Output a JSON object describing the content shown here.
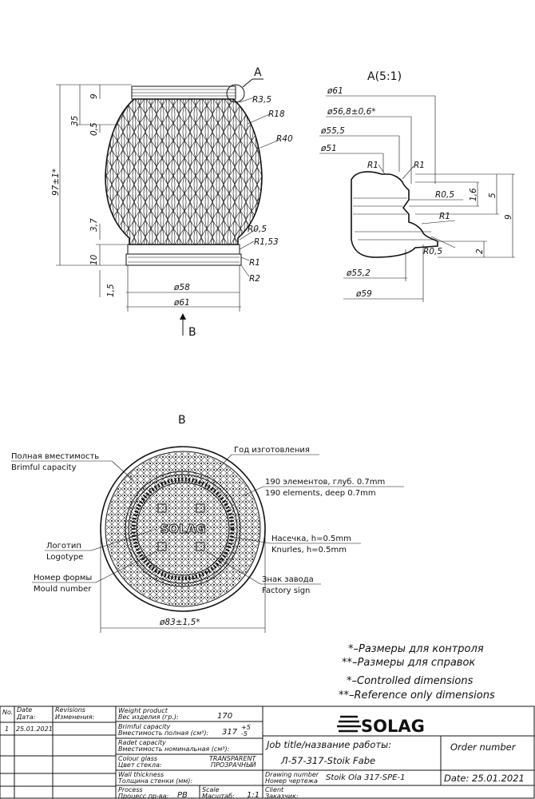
{
  "main_view": {
    "label_A": "A",
    "label_B": "B",
    "dims": {
      "r3_5": "R3,5",
      "r18": "R18",
      "r40": "R40",
      "d9": "9",
      "d35": "35",
      "d0_5": "0,5",
      "d97": "97±1*",
      "d3_7": "3,7",
      "r0_5": "R0,5",
      "r1_53": "R1,53",
      "d10": "10",
      "r1": "R1",
      "r2": "R2",
      "d1_5": "1,5",
      "dia58": "ø58",
      "dia61": "ø61"
    }
  },
  "detail_view": {
    "title": "A(5:1)",
    "dims": {
      "dia61": "ø61",
      "dia56_8": "ø56,8±0,6*",
      "dia55_5": "ø55,5",
      "dia51": "ø51",
      "r1a": "R1",
      "r1b": "R1",
      "r0_5a": "R0,5",
      "r1c": "R1",
      "r0_5b": "R0,5",
      "d1_6": "1,6",
      "d5": "5",
      "d9": "9",
      "d2": "2",
      "dia55_2": "ø55,2",
      "dia59": "ø59"
    }
  },
  "bottom_view": {
    "title": "B",
    "brimful_ru": "Полная вместимость",
    "brimful_en": "Brimful capacity",
    "year_ru": "Год изготовления",
    "elements_ru": "190 элементов, глуб. 0.7mm",
    "elements_en": "190 elements, deep 0.7mm",
    "logo_ru": "Логотип",
    "logo_en": "Logotype",
    "knurl_ru": "Насечка, h=0.5mm",
    "knurl_en": "Knurles, h=0.5mm",
    "mould_ru": "Номер формы",
    "mould_en": "Mould number",
    "factory_ru": "Знак завода",
    "factory_en": "Factory sign",
    "logo_text": "SOLAG",
    "dia83": "ø83±1,5*"
  },
  "notes": [
    "*–Размеры для контроля",
    "**–Размеры для справок",
    "*–Controlled dimensions",
    "**–Reference only dimensions"
  ],
  "title_block": {
    "no": "No.",
    "date_h1": "Date",
    "date_h2": "Дата:",
    "rev_h1": "Revisions",
    "rev_h2": "Изменения:",
    "row_no": "1",
    "row_date": "25.01.2021",
    "weight_l1": "Weight product",
    "weight_l2": "Вес изделия (гр.):",
    "weight_v": "170",
    "brim_l1": "Brimful capacity",
    "brim_l2": "Вместимость полная (см³):",
    "brim_v": "317",
    "brim_tol_plus": "+5",
    "brim_tol_minus": "-5",
    "radet_l1": "Radet capacity",
    "radet_l2": "Вместимость номинальная (см³):",
    "colour_l1": "Colour glass",
    "colour_l2": "Цвет стекла:",
    "colour_v1": "TRANSPARENT",
    "colour_v2": "ПРОЗРАЧНЫЙ",
    "wall_l1": "Wall thickness",
    "wall_l2": "Толщина стенки (мм):",
    "process_l1": "Process",
    "process_l2": "Процесс пр-ва:",
    "process_v": "PB",
    "scale_l1": "Scale",
    "scale_l2": "Масштаб:",
    "scale_v": "1:1",
    "company": "SOLAG",
    "job_label": "Job title/название работы:",
    "job_value": "Л-57-317-Stoik Fabe",
    "order_label": "Order number",
    "drawing_l1": "Drawing number",
    "drawing_l2": "Номер чертежа",
    "drawing_v": "Stoik Ola 317-SPE-1",
    "date_label": "Date: 25.01.2021",
    "client_l1": "Client",
    "client_l2": "Заказчик:"
  }
}
